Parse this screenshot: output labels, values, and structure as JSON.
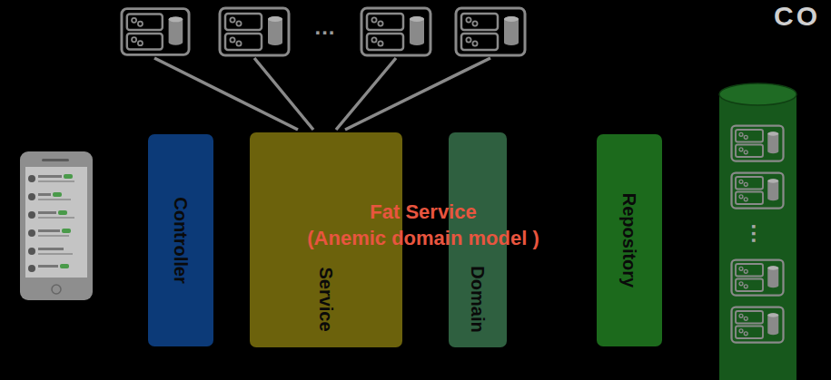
{
  "diagram": {
    "nodes": [
      {
        "text": [
          "Controller"
        ]
      },
      {
        "text": [
          "Service"
        ]
      },
      {
        "text": [
          "Domain"
        ]
      },
      {
        "text": [
          "Repository"
        ]
      }
    ],
    "labels": [
      "CO",
      "...",
      "Fat Service",
      "(Anemic domain model )",
      "..."
    ]
  }
}
